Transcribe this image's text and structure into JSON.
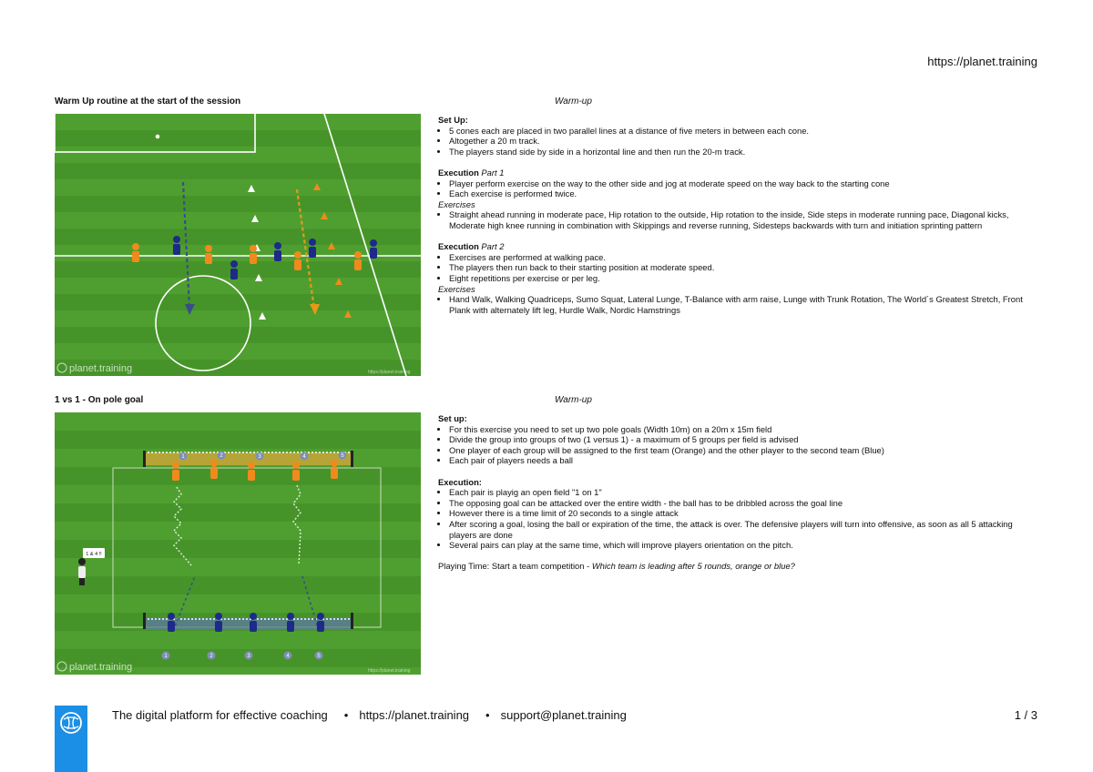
{
  "header": {
    "url": "https://planet.training"
  },
  "drills": [
    {
      "title": "Warm Up routine at the start of the session",
      "category": "Warm-up",
      "watermark": "planet.training",
      "credit": "https://planet.training",
      "setup_heading": "Set Up:",
      "setup_items": [
        "5 cones each are placed in two parallel lines at a distance of five meters in between each cone.",
        "Altogether a 20 m track.",
        "The players stand side by side in a horizontal line and then run the 20-m track."
      ],
      "exec1_heading": "Execution",
      "exec1_part": "Part 1",
      "exec1_items": [
        "Player perform exercise on the way to the other side and jog at moderate speed on the way back to the starting cone",
        "Each exercise is performed twice."
      ],
      "exercises_label": "Exercises",
      "exec1_exercises": [
        "Straight ahead running in moderate pace, Hip rotation to the outside, Hip rotation to the inside, Side steps in moderate running pace, Diagonal kicks, Moderate high knee running in combination with Skippings and reverse running, Sidesteps backwards with turn and initiation sprinting pattern"
      ],
      "exec2_heading": "Execution",
      "exec2_part": "Part 2",
      "exec2_items": [
        "Exercises are performed at walking pace.",
        "The players then run back to their starting position at moderate speed.",
        "Eight repetitions per exercise or per leg."
      ],
      "exercises2_label": "Exercises",
      "exec2_exercises": [
        "Hand Walk, Walking Quadriceps, Sumo Squat, Lateral Lunge, T-Balance with arm raise, Lunge with Trunk Rotation, The World´s Greatest Stretch, Front Plank with alternately lift leg, Hurdle Walk, Nordic Hamstrings"
      ]
    },
    {
      "title": "1 vs 1 - On pole goal",
      "category": "Warm-up",
      "watermark": "planet.training",
      "credit": "https://planet.training",
      "coach_bubble": "1 & 4 !!",
      "top_numbers": [
        "1",
        "2",
        "3",
        "4",
        "5"
      ],
      "bottom_numbers": [
        "1",
        "2",
        "3",
        "4",
        "5"
      ],
      "setup_heading": "Set up:",
      "setup_items": [
        "For this exercise you need to set up two pole goals (Width 10m) on a 20m x 15m field",
        "Divide the group into groups of two (1 versus 1) - a maximum of 5 groups per field is advised",
        "One player of each group will be assigned to the first team (Orange) and the other player to the second team (Blue)",
        "Each pair of players needs a ball"
      ],
      "exec_heading": "Execution:",
      "exec_items": [
        "Each pair is playig an open field \"1 on 1\"",
        "The opposing goal can be attacked over the entire width - the ball has to be dribbled across the goal line",
        "However there is a time limit of 20 seconds to a single attack",
        "After scoring a goal, losing the ball or expiration of the time, the attack is over. The defensive players will turn into offensive, as soon as all 5 attacking players are done",
        "Several pairs can play at the same time, which will improve players orientation on the pitch."
      ],
      "playing_time_label": "Playing Time: Start a team competition - ",
      "playing_time_question": "Which team is leading after 5 rounds, orange or blue?"
    }
  ],
  "footer": {
    "tagline": "The digital platform for effective coaching",
    "url": "https://planet.training",
    "email": "support@planet.training",
    "page": "1 / 3",
    "logo_icon": "planet-training-logo-icon"
  },
  "colors": {
    "pitch_green": "#4a9a2c",
    "team_orange": "#f08a1c",
    "team_blue": "#1e2a8a",
    "brand_blue": "#1b8fe6"
  }
}
